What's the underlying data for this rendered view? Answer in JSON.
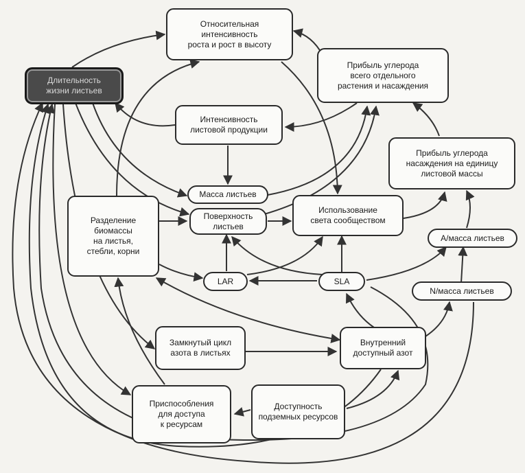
{
  "diagram": {
    "nodes": {
      "leaf_lifespan": "Длительность\nжизни листьев",
      "relative_growth": "Относительная\nинтенсивность\nроста и рост в высоту",
      "carbon_gain_plant": "Прибыль углерода\nвсего отдельного\nрастения и насаждения",
      "leaf_production": "Интенсивность\nлистовой продукции",
      "carbon_gain_per_mass": "Прибыль углерода\nнасаждения на единицу\nлистовой массы",
      "leaf_mass": "Масса листьев",
      "biomass_partition": "Разделение\nбиомассы\nна листья,\nстебли, корни",
      "leaf_surface": "Поверхность\nлистьев",
      "light_use": "Использование\nсвета сообществом",
      "a_per_mass": "А/масса листьев",
      "lar": "LAR",
      "sla": "SLA",
      "n_per_mass": "N/масса листьев",
      "n_cycle": "Замкнутый цикл\nазота в листьях",
      "internal_n": "Внутренний\nдоступный азот",
      "adaptations": "Приспособления\nдля доступа\nк ресурсам",
      "below_resources": "Доступность\nподземных ресурсов"
    },
    "colors": {
      "line": "#333333",
      "box_fill": "#fbfbf9",
      "highlight_fill": "#4a4a4a"
    }
  }
}
